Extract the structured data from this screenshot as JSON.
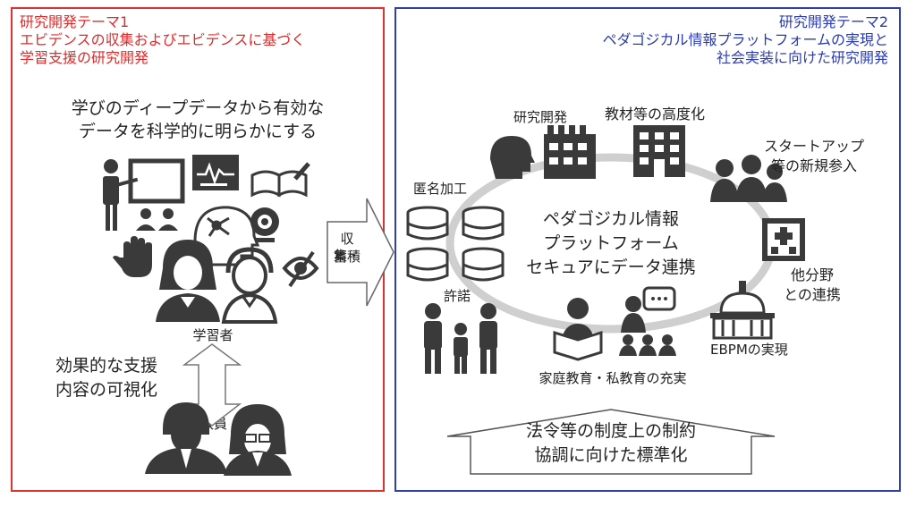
{
  "theme1": {
    "heading": "研究開発テーマ1",
    "title_line1": "エビデンスの収集およびエビデンスに基づく",
    "title_line2": "学習支援の研究開発",
    "intro_line1": "学びのディープデータから有効な",
    "intro_line2": "データを科学的に明らかにする",
    "learners": "学習者",
    "support_line1": "効果的な支援",
    "support_line2": "内容の可視化",
    "teachers": "教員"
  },
  "arrow": {
    "line1": "収集・",
    "line2": "蓄積"
  },
  "theme2": {
    "heading": "研究開発テーマ2",
    "title_line1": "ペダゴジカル情報プラットフォームの実現と",
    "title_line2": "社会実装に向けた研究開発",
    "research": "研究開発",
    "materials": "教材等の高度化",
    "startup_line1": "スタートアップ",
    "startup_line2": "等の新規参入",
    "anonymize": "匿名加工",
    "center_line1": "ペダゴジカル情報",
    "center_line2": "プラットフォーム",
    "center_line3": "セキュアにデータ連携",
    "other_line1": "他分野",
    "other_line2": "との連携",
    "permission": "許諾",
    "ebpm": "EBPMの実現",
    "family": "家庭教育・私教育の充実",
    "law_line1": "法令等の制度上の制約",
    "law_line2": "協調に向けた標準化"
  },
  "colors": {
    "red": "#e02a2a",
    "blue": "#2a3cb0",
    "icon": "#3a3a3a",
    "ring": "#cfcfcf"
  }
}
